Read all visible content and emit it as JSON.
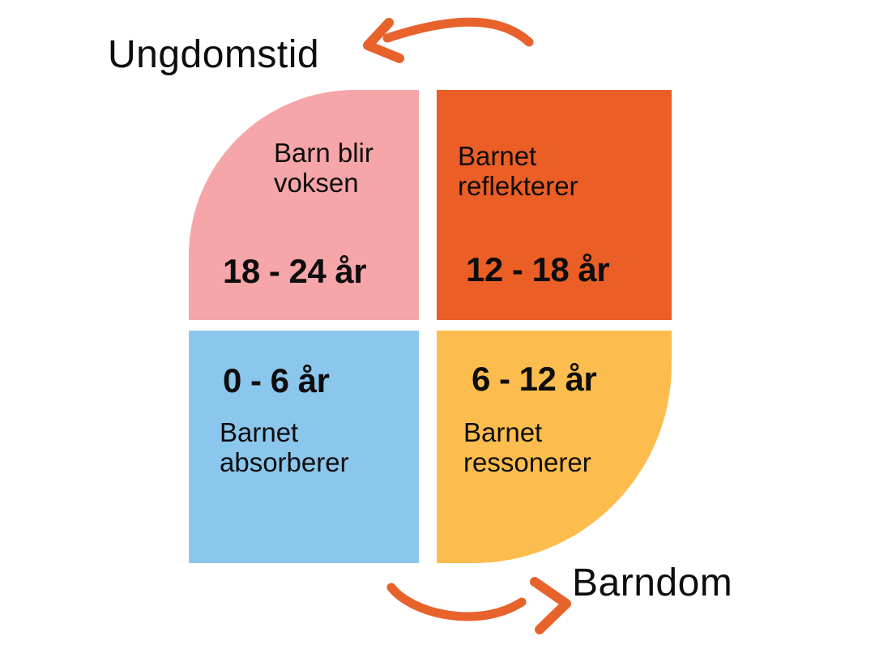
{
  "labels": {
    "top": "Ungdomstid",
    "bottom": "Barndom"
  },
  "quadrants": [
    {
      "name": "young-adult",
      "position": "top-left",
      "desc_line1": "Barn blir",
      "desc_line2": "voksen",
      "age": "18 - 24 år",
      "color": "#F6A5A8"
    },
    {
      "name": "adolescence",
      "position": "top-right",
      "desc_line1": "Barnet",
      "desc_line2": "reflekterer",
      "age": "12 - 18 år",
      "color": "#EB5E25"
    },
    {
      "name": "early-childhood",
      "position": "bottom-left",
      "desc_line1": "Barnet",
      "desc_line2": "absorberer",
      "age": "0 - 6 år",
      "color": "#8BC6EC"
    },
    {
      "name": "childhood",
      "position": "bottom-right",
      "desc_line1": "Barnet",
      "desc_line2": "ressonerer",
      "age": "6 - 12 år",
      "color": "#FCBD4E"
    }
  ],
  "icons": {
    "top_arrow": "curved-arrow-left",
    "bottom_arrow": "curved-arrow-right"
  },
  "colors": {
    "arrow": "#E8622C",
    "text": "#0D0D0D",
    "background": "#FFFFFF"
  }
}
